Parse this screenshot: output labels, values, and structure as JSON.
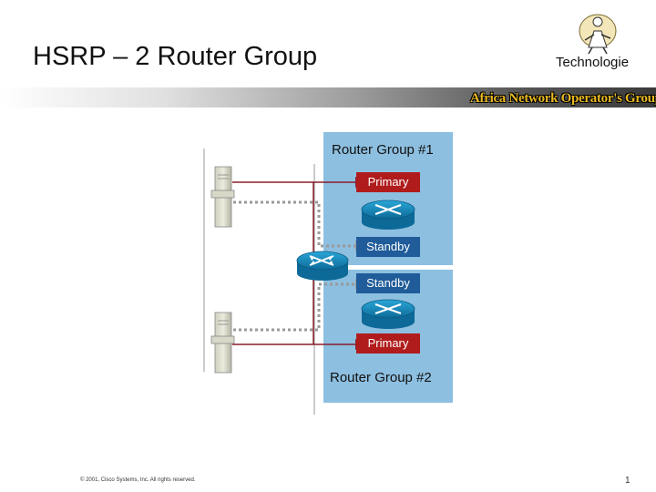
{
  "slide": {
    "title": "HSRP – 2 Router Group",
    "brand": "Technologie",
    "org_banner": "Africa Network Operator's Group",
    "footer": "© 2001, Cisco Systems, Inc. All rights reserved.",
    "page_number": "1"
  },
  "diagram": {
    "group1": {
      "label": "Router Group #1",
      "top_role": "Primary",
      "bottom_role": "Standby"
    },
    "group2": {
      "label": "Router Group #2",
      "top_role": "Standby",
      "bottom_role": "Primary"
    }
  },
  "icons": [
    "server-icon",
    "router-icon",
    "switch-icon"
  ],
  "colors": {
    "group_fill": "#8dbfe0",
    "primary": "#b01c1c",
    "router": "#1a8ac0",
    "link": "#8a1f2a"
  }
}
